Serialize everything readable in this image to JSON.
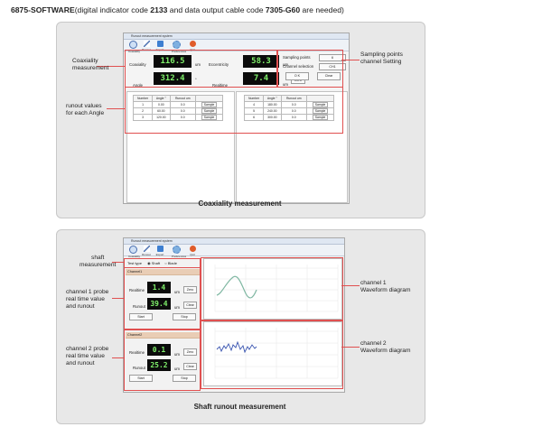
{
  "header": {
    "code": "6875-SOFTWARE",
    "prefix": "(digital indicator code ",
    "indicator_code": "2133",
    "middle": " and data output cable code ",
    "cable_code": "7305-G60",
    "suffix": " are needed)"
  },
  "coaxiality": {
    "caption": "Coaxiality measurement",
    "annotations": {
      "coaxiality_measurement": "Coaxiality\nmeasurement",
      "runout_values": "runout values\nfor each Angle",
      "sampling_setting": "Sampling points\nchannel Setting"
    },
    "window": {
      "title": "Runout measurement system",
      "toolbar": [
        "Coaxiality",
        "Runout",
        "Export",
        "Preferences",
        "Quit"
      ],
      "coaxiality_label": "Coaxiality",
      "coaxiality_value": "116.5",
      "coaxiality_unit": "um",
      "eccentricity_label": "Eccentricity",
      "eccentricity_value": "58.3",
      "eccentricity_unit": "um",
      "angle_label": "Angle",
      "angle_value": "312.4",
      "angle_unit": "°",
      "realtime_label": "Realtime",
      "realtime_value": "7.4",
      "realtime_unit": "um",
      "zero_button": "Zero",
      "sampling_points_label": "Sampling points",
      "sampling_points_value": "6",
      "channel_selection_label": "Channel selection",
      "channel_selection_value": "CH1",
      "ok_button": "O K",
      "clear_button": "Clear",
      "table_headers": [
        "Number",
        "Angle °",
        "Runout um",
        ""
      ],
      "table_left": [
        {
          "number": "1",
          "angle": "0.00",
          "runout": "0.0",
          "action": "Sample"
        },
        {
          "number": "2",
          "angle": "60.00",
          "runout": "0.0",
          "action": "Sample"
        },
        {
          "number": "3",
          "angle": "120.00",
          "runout": "0.0",
          "action": "Sample"
        }
      ],
      "table_right": [
        {
          "number": "4",
          "angle": "180.00",
          "runout": "0.0",
          "action": "Sample"
        },
        {
          "number": "5",
          "angle": "240.00",
          "runout": "0.0",
          "action": "Sample"
        },
        {
          "number": "6",
          "angle": "300.00",
          "runout": "0.0",
          "action": "Sample"
        }
      ]
    }
  },
  "shaft": {
    "caption": "Shaft runout measurement",
    "annotations": {
      "shaft_measurement": "shaft\nmeasurement",
      "ch1_probe": "channel 1 probe\nreal time value\nand runout",
      "ch2_probe": "channel 2 probe\nreal time value\nand runout",
      "ch1_waveform": "channel 1\nWaveform diagram",
      "ch2_waveform": "channel 2\nWaveform diagram"
    },
    "window": {
      "title": "Runout measurement system",
      "toolbar": [
        "Coaxiality",
        "Runout",
        "Export",
        "Preferences",
        "Quit"
      ],
      "test_type_label": "Test type",
      "shaft_option": "Shaft",
      "blade_option": "Blade",
      "channel1_label": "Channel1",
      "channel2_label": "Channel2",
      "realtime_label": "Realtime",
      "runout_label": "Runout",
      "unit": "um",
      "zero_button": "Zero",
      "clear_button": "Clear",
      "start_button": "Start",
      "stop_button": "Stop",
      "ch1_realtime": "1.4",
      "ch1_runout": "39.4",
      "ch2_realtime": "0.1",
      "ch2_runout": "25.2"
    }
  },
  "colors": {
    "lcd_text": "#7ff06a",
    "annotation_red": "#e05050",
    "wave_ch1": "#7fb7a2",
    "wave_ch2": "#3a55b0"
  }
}
